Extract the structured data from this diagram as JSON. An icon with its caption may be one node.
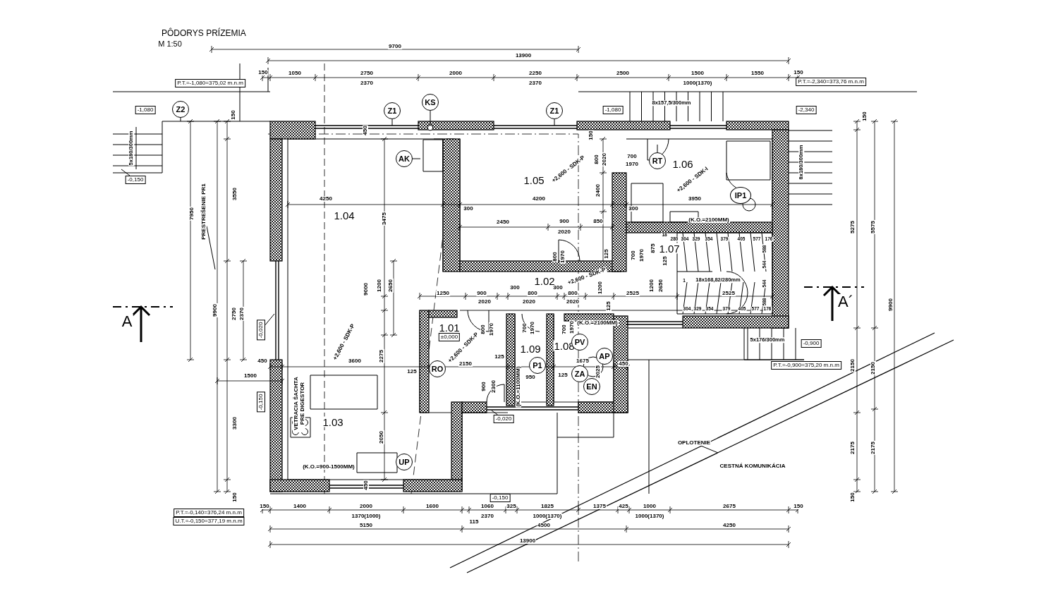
{
  "diagram": {
    "title": "PÔDORYS PRÍZEMIA",
    "nodes": [
      {
        "text": [
          "P.T.=-1,080=375,02 m.n.m"
        ]
      },
      {
        "text": [
          "P.T.=-2,340=373,76 m.n.m"
        ]
      },
      {
        "text": [
          "KS"
        ]
      },
      {
        "text": [
          "-1,080"
        ]
      },
      {
        "text": [
          "Z2"
        ]
      },
      {
        "text": [
          "Z1"
        ]
      },
      {
        "text": [
          "Z1"
        ]
      },
      {
        "text": [
          "-1,080"
        ]
      },
      {
        "text": [
          "-2,340"
        ]
      },
      {
        "text": [
          "AK"
        ]
      },
      {
        "text": [
          "RT"
        ]
      },
      {
        "text": [
          "-0,150"
        ]
      },
      {
        "text": [
          "IP1"
        ]
      },
      {
        "text": [
          "PRESTREŠENIE PR1"
        ]
      },
      {
        "text": [
          "-0,020"
        ]
      },
      {
        "text": [
          "±0,000"
        ]
      },
      {
        "text": [
          "PV"
        ]
      },
      {
        "text": [
          "AP"
        ]
      },
      {
        "text": [
          "-0,900"
        ]
      },
      {
        "text": [
          "RO"
        ]
      },
      {
        "text": [
          "P1"
        ]
      },
      {
        "text": [
          "ZA"
        ]
      },
      {
        "text": [
          "P.T.=-0,900=375,20 m.n.m"
        ]
      },
      {
        "text": [
          "EN"
        ]
      },
      {
        "text": [
          "-0,150"
        ]
      },
      {
        "text": [
          "-0,020"
        ]
      },
      {
        "text": [
          "OPLOTENIE"
        ]
      },
      {
        "text": [
          "UP"
        ]
      },
      {
        "text": [
          "-0,150"
        ]
      },
      {
        "text": [
          "P.T.=-0,140=376,24 m.n.m"
        ]
      },
      {
        "text": [
          "U.T.=-0,150=377,19 m.n.m"
        ]
      }
    ],
    "edges": [
      {
        "from": 4,
        "to": null,
        "arrow": "none"
      },
      {
        "from": 5,
        "to": null,
        "arrow": "none"
      },
      {
        "from": 2,
        "to": null,
        "arrow": "other"
      },
      {
        "from": 6,
        "to": null,
        "arrow": "none"
      },
      {
        "from": 9,
        "to": null,
        "arrow": "none"
      },
      {
        "from": 10,
        "to": null,
        "arrow": "none"
      },
      {
        "from": 11,
        "to": null,
        "arrow": "none"
      },
      {
        "from": 13,
        "to": null,
        "arrow": "none"
      },
      {
        "from": 14,
        "to": null,
        "arrow": "none"
      },
      {
        "from": 25,
        "to": null,
        "arrow": "none"
      },
      {
        "from": 26,
        "to": null,
        "arrow": "none"
      }
    ],
    "labels": [
      "M 1:50",
      "9700",
      "13900",
      "150",
      "1050",
      "2750",
      "2000",
      "2250",
      "2500",
      "1500",
      "1550",
      "150",
      "2370",
      "2370",
      "1000(1370)",
      "8x157,5/300mm",
      "150",
      "150",
      "5x180/300mm",
      "450",
      "150",
      "800",
      "2020",
      "700",
      "1970",
      "1.06",
      "8x180/300mm",
      "1.05",
      "+2,600 - SDK-P",
      "+2,600 - SDK-I",
      "7950",
      "3550",
      "2400",
      "4250",
      "4200",
      "3950",
      "1.04",
      "3475",
      "300",
      "300",
      "(K.O.=2100MM)",
      "5275",
      "5575",
      "2450",
      "900",
      "850",
      "2020",
      "18",
      "280",
      "304",
      "329",
      "354",
      "379",
      "405",
      "577",
      "176",
      "1.07",
      "875",
      "588",
      "800",
      "1970",
      "125",
      "700",
      "1970",
      "125",
      "544",
      "1.02",
      "+2,600 - SDK-P",
      "1",
      "18x168,82/280mm",
      "544",
      "300",
      "300",
      "9000",
      "1200",
      "2650",
      "1250",
      "900",
      "800",
      "800",
      "1200",
      "2525",
      "1200",
      "2650",
      "2525",
      "A´",
      "2020",
      "2020",
      "2020",
      "588",
      "9900",
      "2750",
      "2370",
      "125",
      "304",
      "329",
      "354",
      "379",
      "405",
      "577",
      "176",
      "9900",
      "A",
      "800",
      "1970",
      "700",
      "1970",
      "700",
      "1970",
      "(K.O.=2100MM)",
      "1.01",
      "5x176/300mm",
      "1.08",
      "+2,600 - SDK-P",
      "+2,600 - SDK-P",
      "1.09",
      "2025",
      "2275",
      "450",
      "3600",
      "2150",
      "125",
      "950",
      "1675",
      "450",
      "(K.O.=1100MM)",
      "2150",
      "2150",
      "1500",
      "125",
      "125",
      "VETRACIA ŠACHTA PRE DIGESTOR",
      "900",
      "2300",
      "1.03",
      "3300",
      "2050",
      "CESTNÁ KOMUNIKÁCIA",
      "(K.O.=900-1500MM)",
      "2175",
      "2175",
      "450",
      "150",
      "150",
      "150",
      "1400",
      "2000",
      "1600",
      "1060",
      "325",
      "1825",
      "1375",
      "425",
      "1000",
      "2675",
      "150",
      "1370(1000)",
      "2370",
      "1000(1370)",
      "1000(1370)",
      "115",
      "5150",
      "4500",
      "4250",
      "13900"
    ]
  }
}
